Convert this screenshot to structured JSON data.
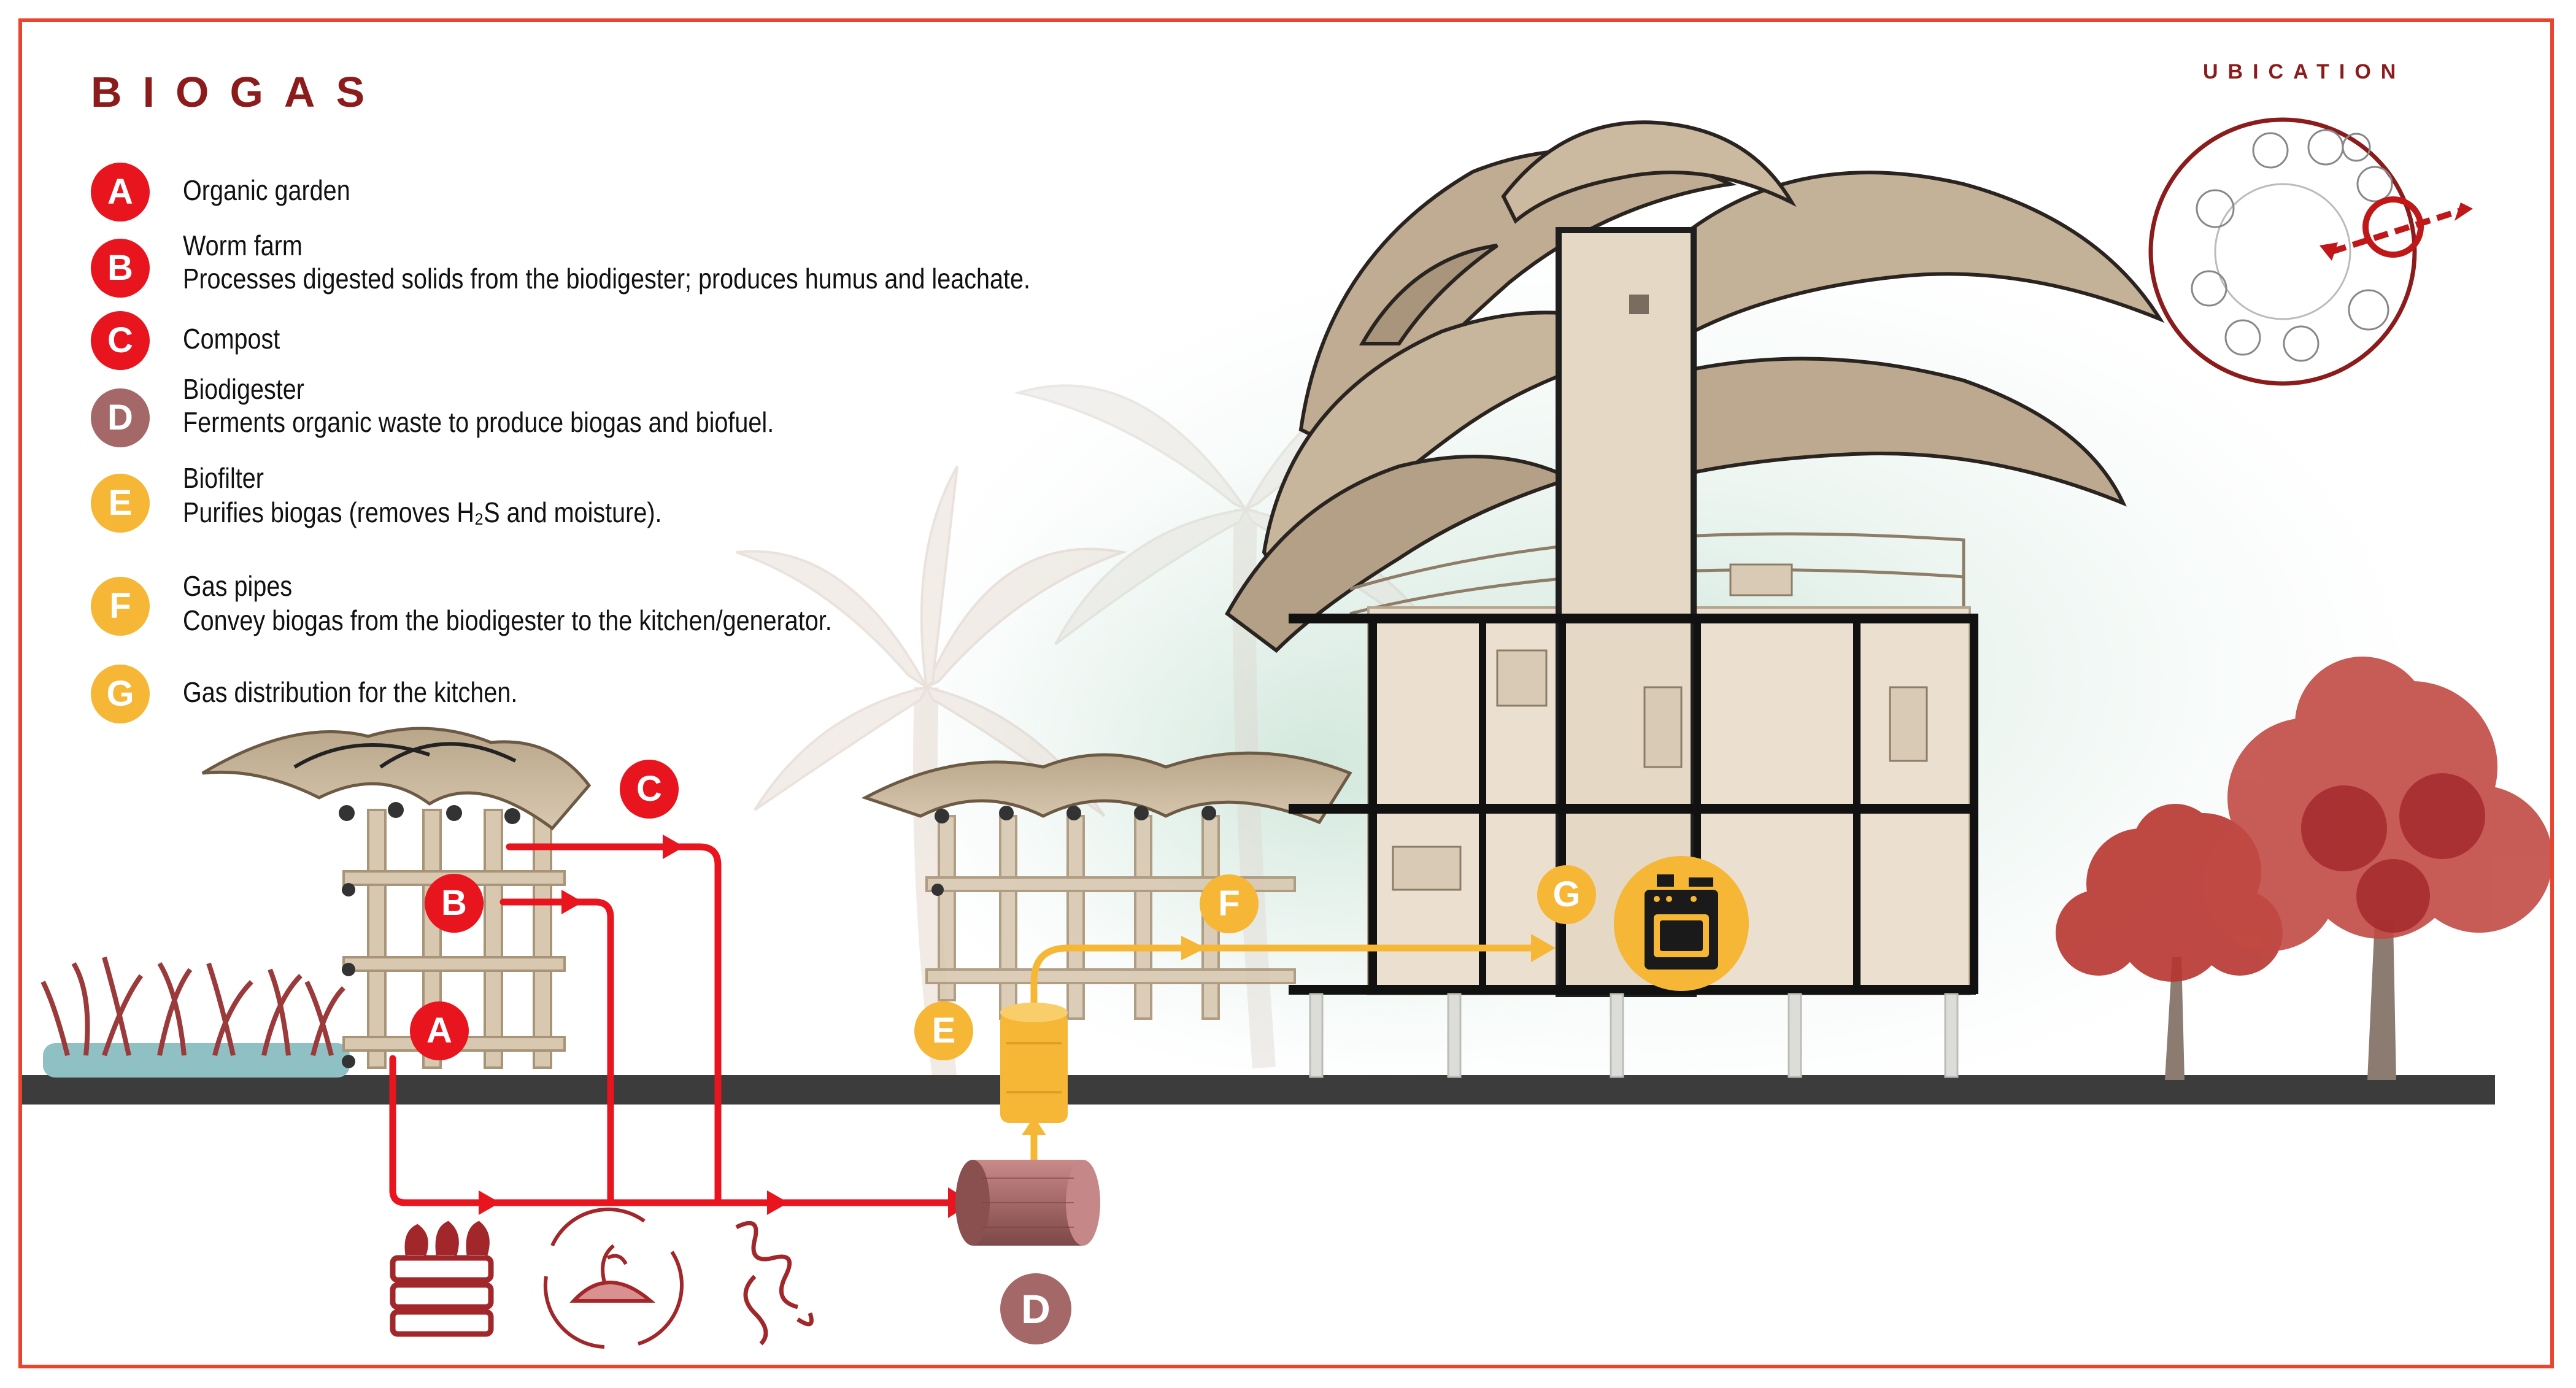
{
  "title": "BIOGAS",
  "location_label": "UBICATION",
  "legend": [
    {
      "letter": "A",
      "title": "Organic garden",
      "desc": "",
      "color": "#e8141e"
    },
    {
      "letter": "B",
      "title": "Worm farm",
      "desc": "Processes digested solids from the biodigester; produces humus and leachate.",
      "color": "#e8141e"
    },
    {
      "letter": "C",
      "title": "Compost",
      "desc": "",
      "color": "#e8141e"
    },
    {
      "letter": "D",
      "title": "Biodigester",
      "desc": "Ferments organic waste to produce biogas and biofuel.",
      "color": "#a46868"
    },
    {
      "letter": "E",
      "title": "Biofilter",
      "desc": "Purifies biogas (removes H₂S and moisture).",
      "color": "#f5b735"
    },
    {
      "letter": "F",
      "title": "Gas pipes",
      "desc": "Convey biogas from the biodigester to the kitchen/generator.",
      "color": "#f5b735"
    },
    {
      "letter": "G",
      "title": "Gas distribution for the kitchen.",
      "desc": "",
      "color": "#f5b735"
    }
  ],
  "markers": {
    "A": "A",
    "B": "B",
    "C": "C",
    "D": "D",
    "E": "E",
    "F": "F",
    "G": "G"
  },
  "colors": {
    "organic_line": "#e8141e",
    "gas_line": "#f5b735",
    "biodigester": "#a46868",
    "frame": "#e8452c",
    "title": "#8c1c1c",
    "ground": "#3c3c3c"
  }
}
